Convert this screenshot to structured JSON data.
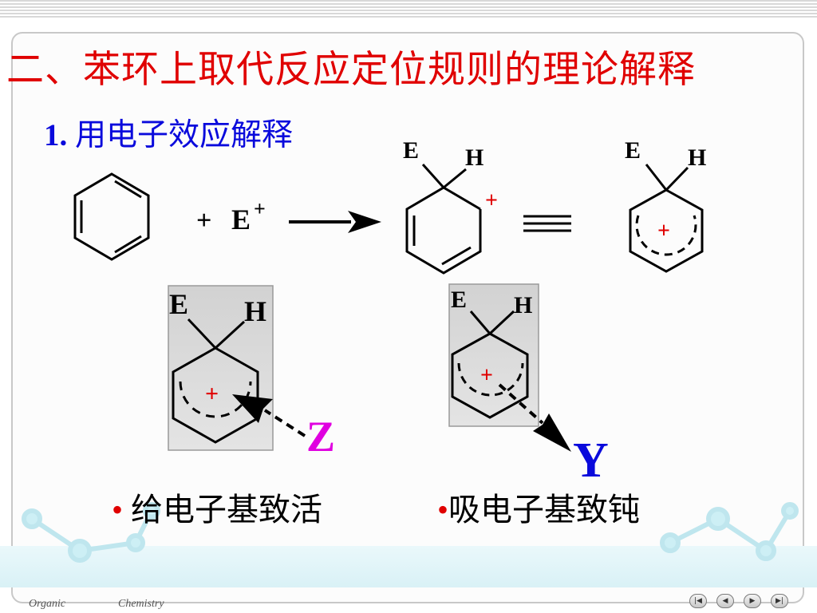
{
  "title": "二、苯环上取代反应定位规则的理论解释",
  "subtitle": {
    "number": "1.",
    "text": "用电子效应解释"
  },
  "reaction": {
    "plus": "+",
    "electrophile": "E",
    "electrophile_charge": "+",
    "intermediate_E": "E",
    "intermediate_H": "H",
    "intermediate_charge": "+",
    "resonance_E": "E",
    "resonance_H": "H",
    "resonance_charge": "+"
  },
  "left_panel": {
    "E": "E",
    "H": "H",
    "charge": "+",
    "group": "Z"
  },
  "right_panel": {
    "E": "E",
    "H": "H",
    "charge": "+",
    "group": "Y"
  },
  "bullets": {
    "donor": {
      "dot": "•",
      "text": "给电子基致活"
    },
    "acceptor": {
      "dot": "•",
      "text": "吸电子基致钝"
    }
  },
  "footer": {
    "left": "Organic",
    "right": "Chemistry"
  },
  "colors": {
    "title": "#e00000",
    "subtitle": "#0a0adc",
    "charge": "#e00000",
    "z_group": "#e000e0",
    "y_group": "#0a0adc"
  },
  "nav_icons": [
    "first-slide-icon",
    "previous-slide-icon",
    "next-slide-icon",
    "last-slide-icon"
  ]
}
